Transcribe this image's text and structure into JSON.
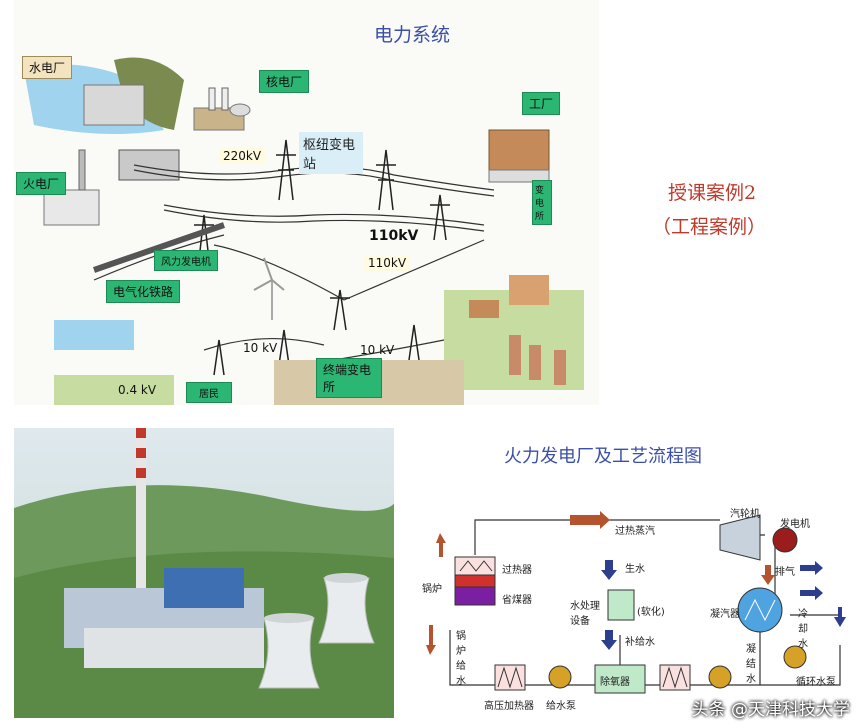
{
  "top_diagram": {
    "title": "电力系统",
    "labels": {
      "hydro_plant": "水电厂",
      "nuclear_plant": "核电厂",
      "thermal_plant": "火电厂",
      "factory": "工厂",
      "hub_substation": "枢纽变电站",
      "substation": "变电所",
      "wind_farm": "风力发电机",
      "electrified_railway": "电气化铁路",
      "terminal_substation": "终端变电所",
      "residential": "居民"
    },
    "voltages": {
      "v220": "220kV",
      "v110_big": "110kV",
      "v110": "110kV",
      "v10_a": "10 kV",
      "v10_b": "10 kV",
      "v04": "0.4 kV"
    }
  },
  "case_text": {
    "line1": "授课案例2",
    "line2": "（工程案例）"
  },
  "bottom_diagram": {
    "title": "火力发电厂及工艺流程图",
    "labels": {
      "superheated_steam": "过热蒸汽",
      "turbine": "汽轮机",
      "generator": "发电机",
      "exhaust": "排气",
      "superheater": "过热器",
      "boiler": "锅炉",
      "economizer": "省煤器",
      "raw_water": "生水",
      "water_treatment": "水处理设备",
      "softening": "(软化)",
      "makeup_water": "补给水",
      "condenser": "凝汽器",
      "cooling_water": "冷却水",
      "condensate": "凝结水",
      "boiler_feedwater": "锅炉给水",
      "hp_heater": "高压加热器",
      "feed_pump": "给水泵",
      "deaerator": "除氧器",
      "circ_pump": "循环水泵"
    }
  },
  "watermark": "头条 @天津科技大学",
  "colors": {
    "green_label": "#2bb673",
    "case_red": "#c0392b",
    "title_blue": "#3a4fa8",
    "flow_red": "#b5532e",
    "flow_blue": "#2c3e8c"
  }
}
